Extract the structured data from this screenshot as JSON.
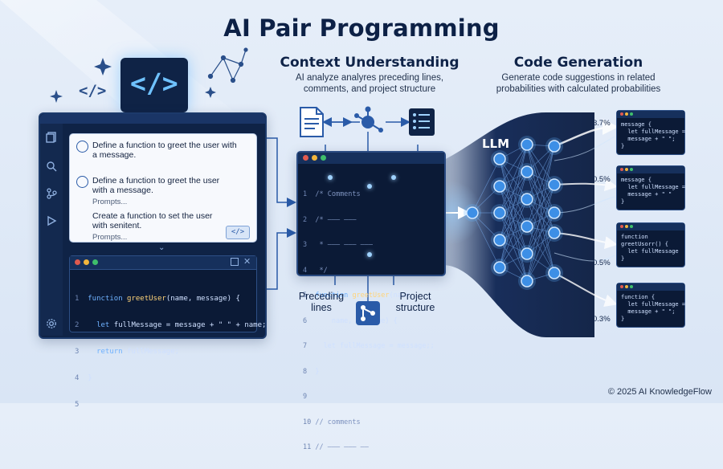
{
  "title": "AI Pair Programming",
  "context": {
    "heading": "Context Understanding",
    "desc_line1": "AI analyze analyres preceding lines,",
    "desc_line2": "comments, and project structure",
    "label_preceding_1": "Preceding",
    "label_preceding_2": "lines",
    "label_project_1": "Project",
    "label_project_2": "structure",
    "code": {
      "l1": "/* Comments",
      "l2": "/* ——— ———",
      "l3": " * ——— ——— ———",
      "l4": " */",
      "l5_kw": "function",
      "l5_fn": "greetUser",
      "l5_rest": "(name,",
      "l6": "    name, message) {",
      "l7": "  let fullMessage = message;;",
      "l8": "}",
      "l10": "// comments",
      "l11": "// ——— ——— ——"
    }
  },
  "generation": {
    "heading": "Code Generation",
    "desc_line1": "Generate code suggestions in related",
    "desc_line2": "probabilities with calculated probabilities",
    "llm_label": "LLM",
    "suggestions": [
      {
        "pct": "3.7%",
        "lines": [
          "message {",
          "  let fullMessage =",
          "  message + \" \";",
          "}"
        ]
      },
      {
        "pct": "0.5%",
        "lines": [
          "message {",
          "  let fullMessage =",
          "  message + \" \"",
          "}"
        ]
      },
      {
        "pct": "0.5%",
        "lines": [
          "function",
          "greetUsorr() {",
          "  let fullMessage",
          "}"
        ]
      },
      {
        "pct": "0.3%",
        "lines": [
          "function {",
          "  let fullMessage =",
          "  message + \" \";",
          "}"
        ]
      }
    ]
  },
  "ide": {
    "prompts": [
      {
        "line1": "Define a function to greet the user with",
        "line2": "a message.",
        "sub": ""
      },
      {
        "line1": "Define a function to greet the user",
        "line2": "with a message.",
        "sub": "Prompts..."
      },
      {
        "line1": "Create a function to set the user",
        "line2": "with senitent.",
        "sub": "Prompts..."
      }
    ],
    "first_sub": "Prompts...",
    "editor": {
      "l1_kw": "function",
      "l1_fn": "greetUser",
      "l1_rest": "(name, message) {",
      "l2_kw": "let",
      "l2_rest": " fullMessage = message + \" \" + name;",
      "l3_kw": "return",
      "l3_rest": " fullMessage;",
      "l4": "}"
    }
  },
  "copyright": "© 2025 AI KnowledgeFlow",
  "colors": {
    "navy": "#0b1a36",
    "accent_blue": "#2a5ba8",
    "glow": "#5fb4ff",
    "dot_red": "#e05a4f",
    "dot_yellow": "#f2b53c",
    "dot_green": "#3fbf6b"
  }
}
